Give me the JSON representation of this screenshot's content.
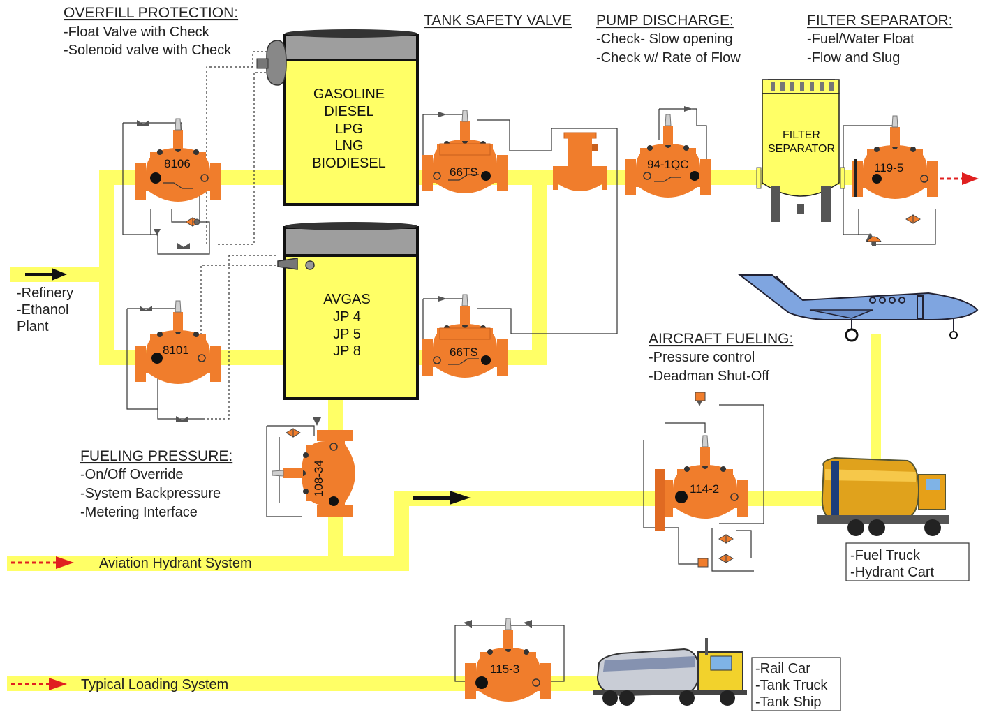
{
  "colors": {
    "pipe": "#ffff66",
    "valve": "#f07d2c",
    "valve_dark": "#c9601c",
    "tank_fluid": "#ffff66",
    "tank_top": "#9e9e9e",
    "flow_arrow": "#111111",
    "dashed_arrow": "#e02020",
    "aircraft": "#7fa5e0"
  },
  "overfill_protection": {
    "title": "OVERFILL PROTECTION:",
    "items": [
      "-Float Valve with Check",
      "-Solenoid valve with Check"
    ]
  },
  "tank_safety_valve": {
    "title": "TANK SAFETY VALVE"
  },
  "pump_discharge": {
    "title": "PUMP DISCHARGE:",
    "items": [
      "-Check- Slow opening",
      "-Check w/ Rate of Flow"
    ]
  },
  "filter_separator_note": {
    "title": "FILTER SEPARATOR:",
    "items": [
      "-Fuel/Water Float",
      "-Flow and Slug"
    ]
  },
  "tank_upper": {
    "products": [
      "GASOLINE",
      "DIESEL",
      "LPG",
      "LNG",
      "BIODIESEL"
    ]
  },
  "tank_lower": {
    "products": [
      "AVGAS",
      "JP 4",
      "JP 5",
      "JP 8"
    ]
  },
  "source": {
    "items": [
      "-Refinery",
      "-Ethanol",
      "Plant"
    ]
  },
  "valves": {
    "v8106": "8106",
    "v8101": "8101",
    "v66ts_top": "66TS",
    "v66ts_bottom": "66TS",
    "v94_1qc": "94-1QC",
    "v119_5": "119-5",
    "v108_34": "108-34",
    "v114_2": "114-2",
    "v115_3": "115-3"
  },
  "filter_vessel": {
    "line1": "FILTER",
    "line2": "SEPARATOR"
  },
  "aircraft_fueling": {
    "title": "AIRCRAFT FUELING:",
    "items": [
      "-Pressure control",
      "-Deadman Shut-Off"
    ]
  },
  "fueling_pressure": {
    "title": "FUELING PRESSURE:",
    "items": [
      "-On/Off Override",
      "-System Backpressure",
      "-Metering Interface"
    ]
  },
  "hydrant": {
    "label": "Aviation Hydrant System"
  },
  "loading": {
    "label": "Typical Loading System"
  },
  "truck_box": {
    "items": [
      "-Fuel Truck",
      "-Hydrant Cart"
    ]
  },
  "rail_box": {
    "items": [
      "-Rail Car",
      "-Tank Truck",
      "-Tank Ship"
    ]
  }
}
